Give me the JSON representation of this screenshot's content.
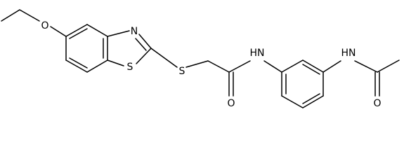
{
  "molecule": {
    "atom_labels": {
      "o_ether": "O",
      "n_thiazole": "N",
      "s_ring": "S",
      "s_thio": "S",
      "n_amide": "N",
      "h_amide": "H",
      "o_amide": "O",
      "n_acetamide": "N",
      "h_acetamide": "H",
      "o_acetyl": "O"
    }
  },
  "colors": {
    "bond": "#000000",
    "label": "#000000",
    "background": "#ffffff"
  }
}
